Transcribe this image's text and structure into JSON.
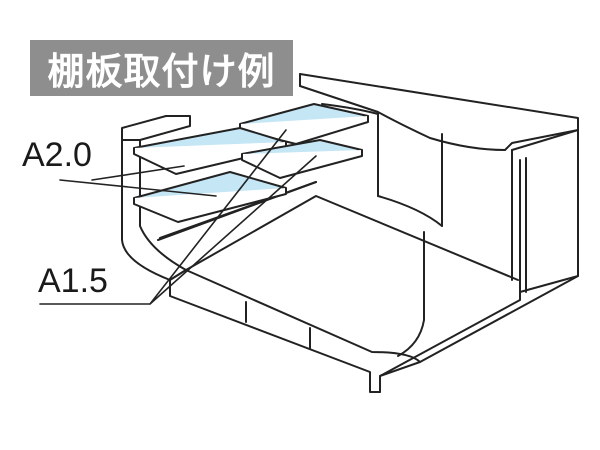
{
  "title": "棚板取付け例",
  "labels": {
    "shelf_a20": "A2.0",
    "shelf_a15": "A1.5"
  },
  "colors": {
    "title_bg": "#8e8e8e",
    "title_text": "#ffffff",
    "shelf_fill": "#c5e6f5",
    "line": "#222222",
    "background": "#ffffff"
  }
}
